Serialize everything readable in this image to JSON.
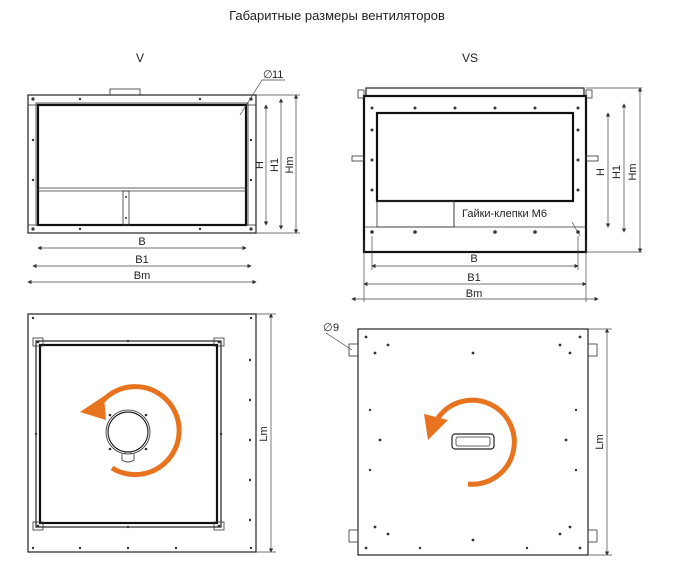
{
  "title": "Габаритные размеры вентиляторов",
  "views": {
    "v": {
      "label": "V",
      "dims": {
        "b": "B",
        "b1": "B1",
        "bm": "Bm",
        "h": "H",
        "h1": "H1",
        "hm": "Hm",
        "hole": "11",
        "lm": "Lm"
      }
    },
    "vs": {
      "label": "VS",
      "dims": {
        "b": "B",
        "b1": "B1",
        "bm": "Bm",
        "h": "H",
        "h1": "H1",
        "hm": "Hm",
        "hole": "9",
        "lm": "Lm"
      },
      "callout": "Гайки-клепки М6"
    }
  },
  "colors": {
    "arrow": "#e8731e",
    "line": "#222222"
  }
}
